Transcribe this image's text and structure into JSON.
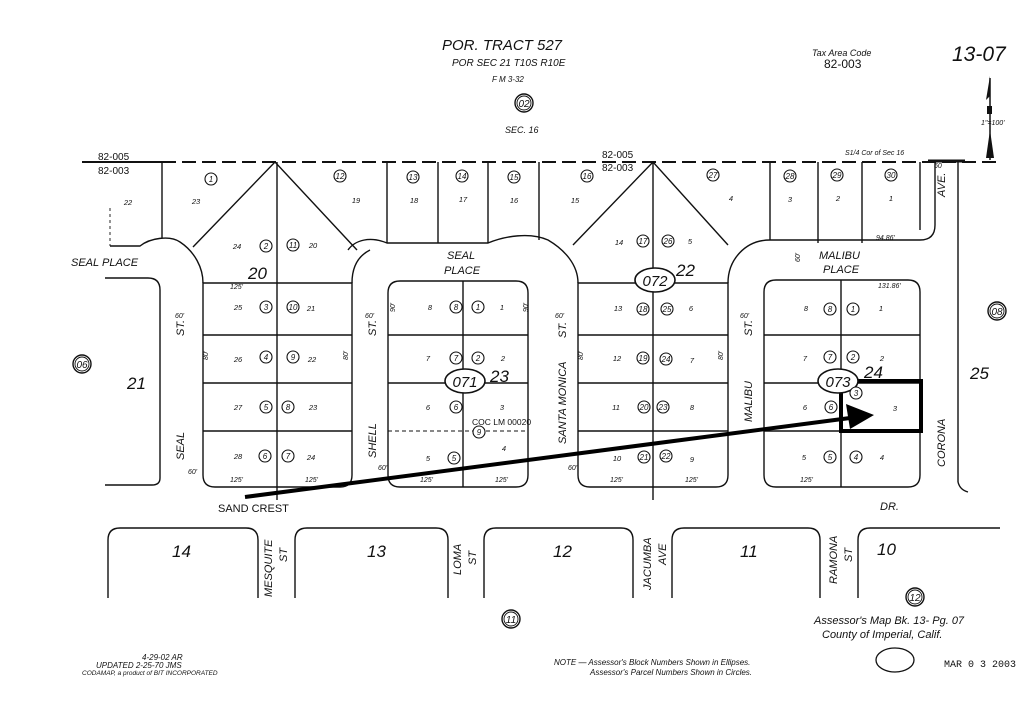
{
  "header": {
    "title": "POR.   TRACT  527",
    "subtitle": "POR SEC 21 T10S R10E",
    "fm": "F M 3-32",
    "book_circle": "02",
    "section": "SEC. 16",
    "tax_area_label": "Tax Area Code",
    "tax_area_code": "82-003",
    "page_number": "13-07",
    "scale": "1\"=100'",
    "corner_note": "S1/4 Cor of Sec 16"
  },
  "boundary": [
    {
      "north": "82-005",
      "south": "82-003"
    },
    {
      "north": "82-005",
      "south": "82-003"
    }
  ],
  "blocks_ellipse": [
    "071",
    "072",
    "073"
  ],
  "big_numbers": [
    "20",
    "21",
    "22",
    "23",
    "24",
    "25",
    "14",
    "13",
    "12",
    "11",
    "10"
  ],
  "outer_circles": [
    "06",
    "08",
    "11",
    "12"
  ],
  "streets": {
    "seal_place_left": "SEAL PLACE",
    "seal_place_1": "SEAL",
    "seal_place_2": "PLACE",
    "malibu_place_1": "MALIBU",
    "malibu_place_2": "PLACE",
    "seal_st_1": "ST.",
    "seal_st_2": "SEAL",
    "shell_st_1": "ST.",
    "shell_st_2": "SHELL",
    "santa_monica_st_1": "ST.",
    "santa_monica_st_2": "SANTA MONICA",
    "malibu_st_1": "ST.",
    "malibu_st_2": "MALIBU",
    "corona_ave_1": "AVE.",
    "corona_ave_2": "CORONA",
    "sand_crest": "SAND  CREST",
    "sand_crest_dr": "DR.",
    "mesquite": "MESQUITE",
    "mesquite_st": "ST",
    "loma": "LOMA",
    "loma_st": "ST",
    "jacumba": "JACUMBA",
    "jacumba_ave": "AVE",
    "ramona": "RAMONA",
    "ramona_st": "ST"
  },
  "coc_note": "COC LM 00020",
  "parcel_circles": [
    "1",
    "12",
    "2",
    "11",
    "3",
    "10",
    "4",
    "9",
    "5",
    "8",
    "6",
    "7",
    "13",
    "14",
    "15",
    "16",
    "27",
    "17",
    "26",
    "18",
    "25",
    "19",
    "24",
    "20",
    "23",
    "21",
    "22",
    "8",
    "1",
    "7",
    "2",
    "6",
    "9",
    "5",
    "28",
    "29",
    "30",
    "8",
    "1",
    "7",
    "2",
    "6",
    "3",
    "5",
    "4"
  ],
  "lot_numbers": [
    "22",
    "23",
    "24",
    "20",
    "25",
    "21",
    "26",
    "22",
    "27",
    "23",
    "28",
    "24",
    "19",
    "18",
    "17",
    "16",
    "15",
    "14",
    "5",
    "4",
    "3",
    "2",
    "1",
    "8",
    "1",
    "7",
    "2",
    "6",
    "3",
    "5",
    "4",
    "13",
    "6",
    "12",
    "7",
    "11",
    "8",
    "10",
    "9",
    "8",
    "1",
    "7",
    "2",
    "6",
    "3",
    "5",
    "4"
  ],
  "dimensions": [
    "125'",
    "125'",
    "125'",
    "125'",
    "125'",
    "125'",
    "125'",
    "125'",
    "60'",
    "60'",
    "60'",
    "60'",
    "60'",
    "60'",
    "60'",
    "90'",
    "90'",
    "80'",
    "80'",
    "80'",
    "80'",
    "60'",
    "131.86'",
    "94.86'",
    "60"
  ],
  "footer": {
    "assessor_line1": "Assessor's  Map  Bk. 13- Pg. 07",
    "assessor_line2": "County  of  Imperial,  Calif.",
    "note_line1": "NOTE — Assessor's Block Numbers Shown in Ellipses.",
    "note_line2": "Assessor's Parcel Numbers Shown in Circles.",
    "date_line1": "4-29-02  AR",
    "date_line2": "UPDATED  2-25-70  JMS",
    "date_line3": "CODAMAP, a product of BIT INCORPORATED",
    "stamp": "MAR 0 3 2003"
  },
  "highlight": {
    "block": "073",
    "parcel": "3",
    "color": "#000000"
  }
}
